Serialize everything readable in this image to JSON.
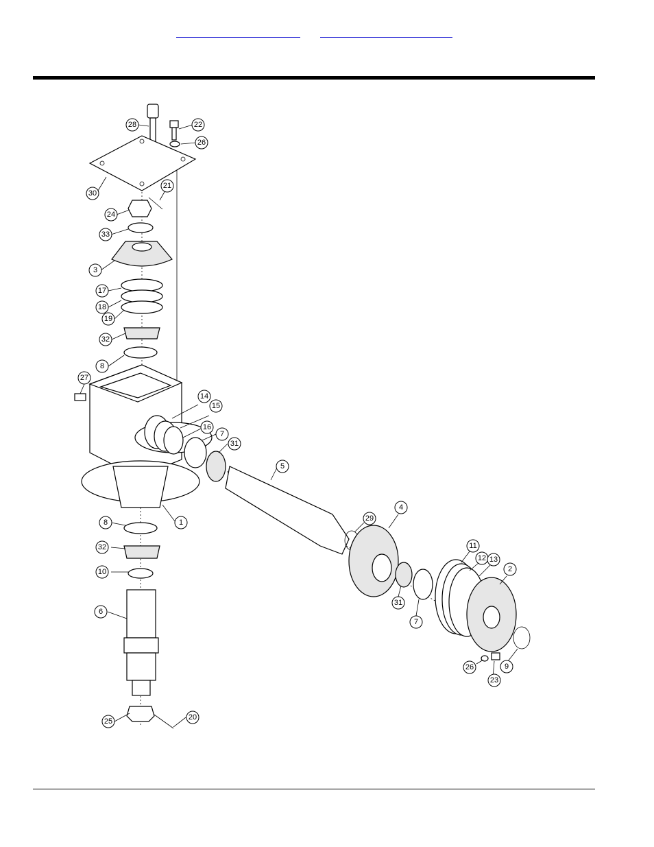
{
  "header": {
    "links": [
      "",
      ""
    ]
  },
  "callouts": [
    {
      "n": "28"
    },
    {
      "n": "22"
    },
    {
      "n": "26"
    },
    {
      "n": "30"
    },
    {
      "n": "21"
    },
    {
      "n": "24"
    },
    {
      "n": "33"
    },
    {
      "n": "3"
    },
    {
      "n": "17"
    },
    {
      "n": "18"
    },
    {
      "n": "19"
    },
    {
      "n": "32"
    },
    {
      "n": "8"
    },
    {
      "n": "27"
    },
    {
      "n": "14"
    },
    {
      "n": "15"
    },
    {
      "n": "16"
    },
    {
      "n": "7"
    },
    {
      "n": "31"
    },
    {
      "n": "5"
    },
    {
      "n": "1"
    },
    {
      "n": "8"
    },
    {
      "n": "32"
    },
    {
      "n": "10"
    },
    {
      "n": "6"
    },
    {
      "n": "25"
    },
    {
      "n": "20"
    },
    {
      "n": "29"
    },
    {
      "n": "4"
    },
    {
      "n": "31"
    },
    {
      "n": "7"
    },
    {
      "n": "11"
    },
    {
      "n": "12"
    },
    {
      "n": "13"
    },
    {
      "n": "2"
    },
    {
      "n": "26"
    },
    {
      "n": "9"
    },
    {
      "n": "23"
    }
  ]
}
